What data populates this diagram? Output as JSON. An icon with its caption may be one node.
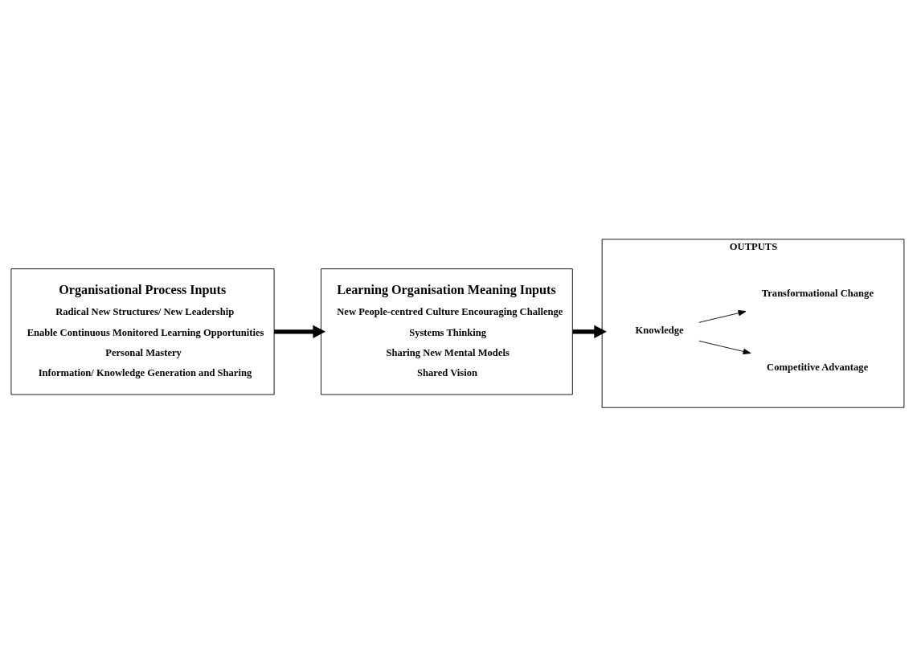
{
  "diagram": {
    "nodes": [
      {
        "text": [
          "Organisational Process Inputs",
          "Radical New Structures/ New Leadership",
          "Enable Continuous Monitored Learning Opportunities",
          "Personal Mastery",
          "Information/ Knowledge Generation and Sharing"
        ]
      },
      {
        "text": [
          "Learning Organisation Meaning Inputs",
          "New People-centred Culture Encouraging Challenge",
          "Systems Thinking",
          "Sharing New Mental Models",
          "Shared Vision"
        ]
      },
      {
        "text": [
          "OUTPUTS"
        ]
      },
      {
        "text": [
          "Knowledge"
        ],
        "in": 2
      },
      {
        "text": [
          "Competitive Advantage"
        ],
        "in": 2
      },
      {
        "text": [
          "Transformational Change"
        ],
        "in": 2
      }
    ],
    "edges": [
      {
        "from": 0,
        "to": 1,
        "arrow": "to",
        "style": "thick"
      },
      {
        "from": 1,
        "to": 2,
        "arrow": "to",
        "style": "thick"
      },
      {
        "from": 3,
        "to": 4,
        "arrow": "to"
      },
      {
        "from": 3,
        "to": 5,
        "arrow": "to"
      }
    ]
  }
}
